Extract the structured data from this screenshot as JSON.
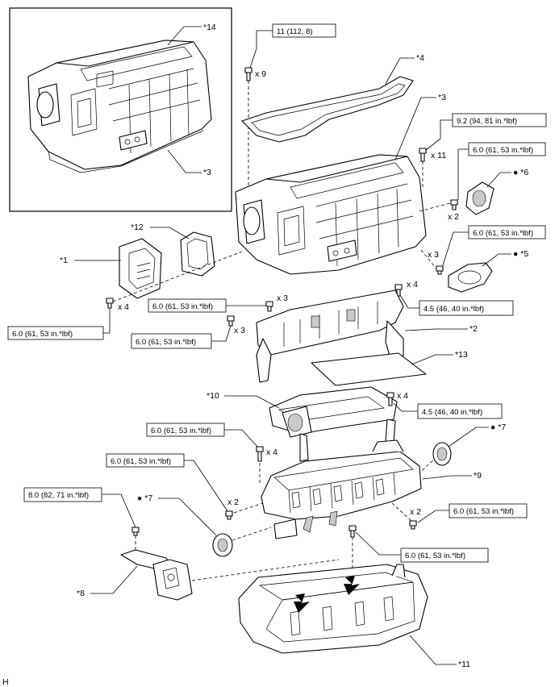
{
  "diagram": {
    "corner_code": "H",
    "part_labels": {
      "p1": "*1",
      "p2": "*2",
      "p3a": "*3",
      "p3b": "*3",
      "p4": "*4",
      "p5": "● *5",
      "p6": "● *6",
      "p7a": "● *7",
      "p7b": "● *7",
      "p8": "*8",
      "p9": "*9",
      "p10": "*10",
      "p11": "*11",
      "p12": "*12",
      "p13": "*13",
      "p14": "*14"
    },
    "torques": {
      "t1": "11 (112, 8)",
      "t2": "9.2 (94, 81 in.*lbf)",
      "t3": "6.0 (61, 53 in.*lbf)",
      "t4": "6.0 (61, 53 in.*lbf)",
      "t5": "6.0 (61, 53 in.*lbf)",
      "t6": "6.0 (61, 53 in.*lbf)",
      "t7": "6.0 (61, 53 in.*lbf)",
      "t8": "4.5 (46, 40 in.*lbf)",
      "t9": "4.5 (46, 40 in.*lbf)",
      "t10": "6.0 (61, 53 in.*lbf)",
      "t11": "6.0 (61, 53 in.*lbf)",
      "t12": "8.0 (82, 71 in.*lbf)",
      "t13": "6.0 (61, 53 in.*lbf)",
      "t14": "6.0 (61, 53 in.*lbf)"
    },
    "quantities": {
      "q1": "x 9",
      "q2": "x 11",
      "q3": "x 2",
      "q4": "x 3",
      "q5": "x 4",
      "q6": "x 3",
      "q7": "x 3",
      "q8": "x 4",
      "q9": "x 4",
      "q10": "x 4",
      "q11": "x 2",
      "q12": "x 2"
    }
  }
}
